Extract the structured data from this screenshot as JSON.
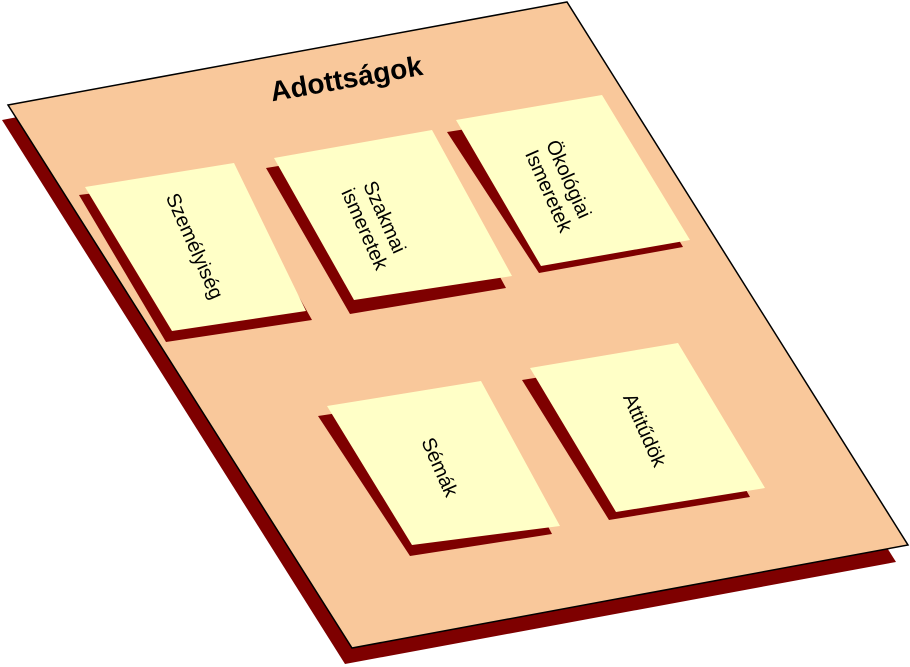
{
  "board": {
    "title": "Adottságok",
    "face_color": "#f9c89b",
    "shadow_color": "#7e0000"
  },
  "cards": {
    "face_color": "#ffffc7",
    "shadow_color": "#7e0000",
    "szemelyiseg": {
      "line1": "Személyiség"
    },
    "szakmai": {
      "line1": "Szakmai",
      "line2": "ismeretek"
    },
    "okologiai": {
      "line1": "Ökológiai",
      "line2": "Ismeretek"
    },
    "semak": {
      "line1": "Sémák"
    },
    "attitudok": {
      "line1": "Attitűdök"
    }
  }
}
